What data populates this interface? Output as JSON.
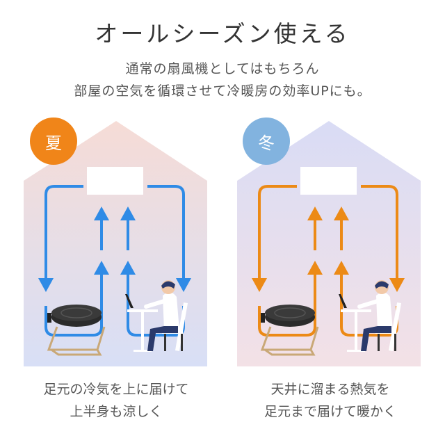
{
  "title": "オールシーズン使える",
  "subtitle_lines": [
    "通常の扇風機としてはもちろん",
    "部屋の空気を循環させて冷暖房の効率UPにも。"
  ],
  "panels": [
    {
      "season": "夏",
      "badge_color": "#f08519",
      "arrow_color": "#2f8be6",
      "caption_lines": [
        "足元の冷気を上に届けて",
        "上半身も涼しく"
      ]
    },
    {
      "season": "冬",
      "badge_color": "#82b3df",
      "arrow_color": "#ec8a16",
      "caption_lines": [
        "天井に溜まる熱気を",
        "足元まで届けて暖かく"
      ]
    }
  ]
}
